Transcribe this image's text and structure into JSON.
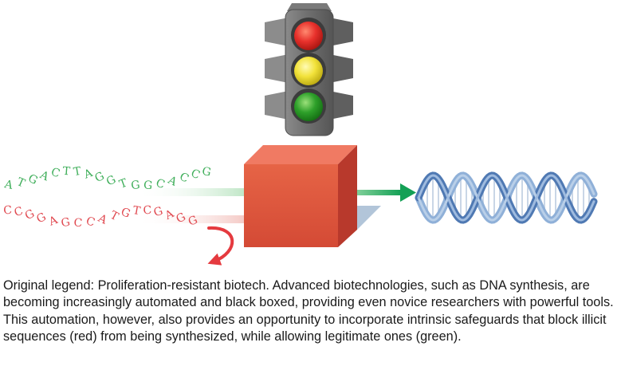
{
  "sequences": {
    "legitimate": {
      "letters": [
        "A",
        "T",
        "G",
        "A",
        "C",
        "T",
        "T",
        "A",
        "G",
        "G",
        "T",
        "G",
        "G",
        "C",
        "A",
        "C",
        "C",
        "G"
      ],
      "color": "#3fae5a"
    },
    "illicit": {
      "letters": [
        "C",
        "C",
        "G",
        "G",
        "A",
        "G",
        "C",
        "C",
        "A",
        "T",
        "G",
        "T",
        "C",
        "G",
        "A",
        "G",
        "G"
      ],
      "color": "#e0484f"
    }
  },
  "colors": {
    "green_arrow": "#1aa35a",
    "red_arrow": "#e53a3f",
    "box_front": "#e0533e",
    "box_side": "#b8392c",
    "box_top": "#f07a63",
    "light_red": "#e8312c",
    "light_yellow": "#f2e23a",
    "light_green": "#2ea02a",
    "helix": "#4f79b3"
  },
  "icons": {
    "traffic_light": "traffic-light-icon",
    "black_box": "black-box",
    "dna_helix": "dna-helix-icon"
  },
  "legend": {
    "text": "Original legend: Proliferation-resistant biotech. Advanced biotechnologies, such as DNA synthesis, are becoming increasingly automated and black boxed, providing even novice researchers with powerful tools. This automation, however, also provides an opportunity to incorporate intrinsic safeguards that block illicit sequences (red) from being synthesized, while allowing legitimate ones (green)."
  }
}
